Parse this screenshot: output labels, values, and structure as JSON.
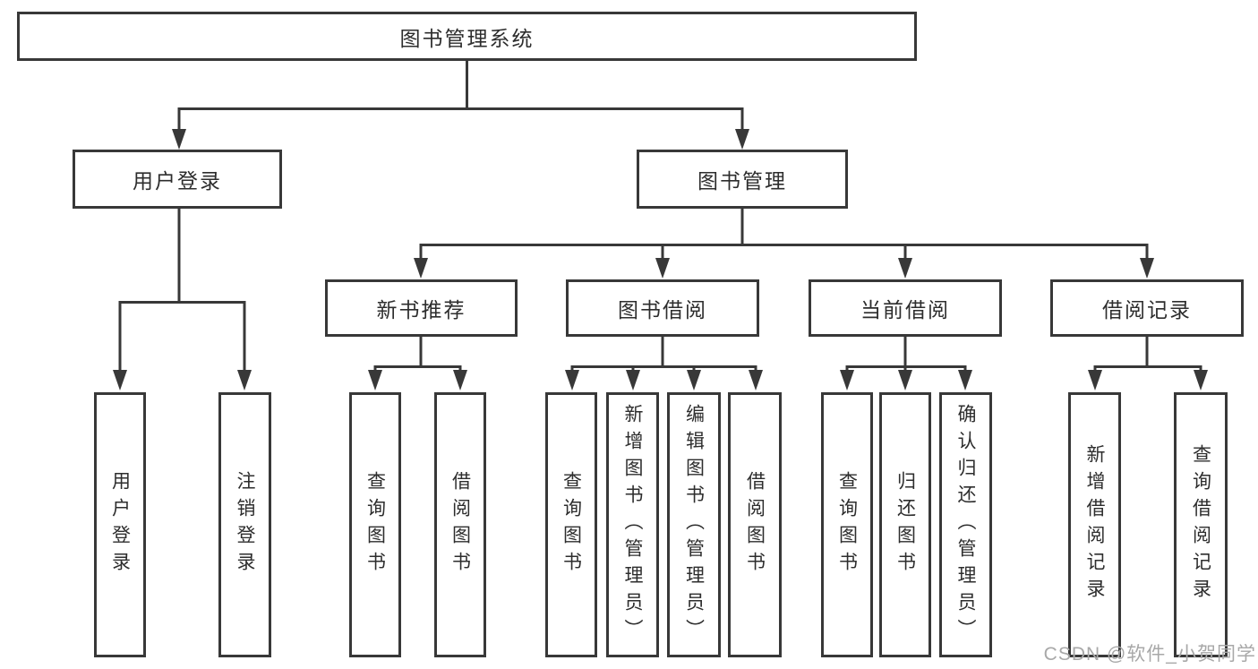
{
  "root": {
    "label": "图书管理系统"
  },
  "branches": {
    "user": {
      "label": "用户登录",
      "children": [
        {
          "label": "用户登录"
        },
        {
          "label": "注销登录"
        }
      ]
    },
    "mgmt": {
      "label": "图书管理",
      "sections": [
        {
          "label": "新书推荐",
          "children": [
            {
              "label": "查询图书"
            },
            {
              "label": "借阅图书"
            }
          ]
        },
        {
          "label": "图书借阅",
          "children": [
            {
              "label": "查询图书"
            },
            {
              "label": "新增图书（管理员）"
            },
            {
              "label": "编辑图书（管理员）"
            },
            {
              "label": "借阅图书"
            }
          ]
        },
        {
          "label": "当前借阅",
          "children": [
            {
              "label": "查询图书"
            },
            {
              "label": "归还图书"
            },
            {
              "label": "确认归还（管理员）"
            }
          ]
        },
        {
          "label": "借阅记录",
          "children": [
            {
              "label": "新增借阅记录"
            },
            {
              "label": "查询借阅记录"
            }
          ]
        }
      ]
    }
  },
  "watermark": {
    "text": "CSDN @软件_小贺同学"
  },
  "colors": {
    "line": "#383838",
    "text": "#2d2d2d",
    "background": "#ffffff",
    "watermark": "#a8a8a8"
  }
}
